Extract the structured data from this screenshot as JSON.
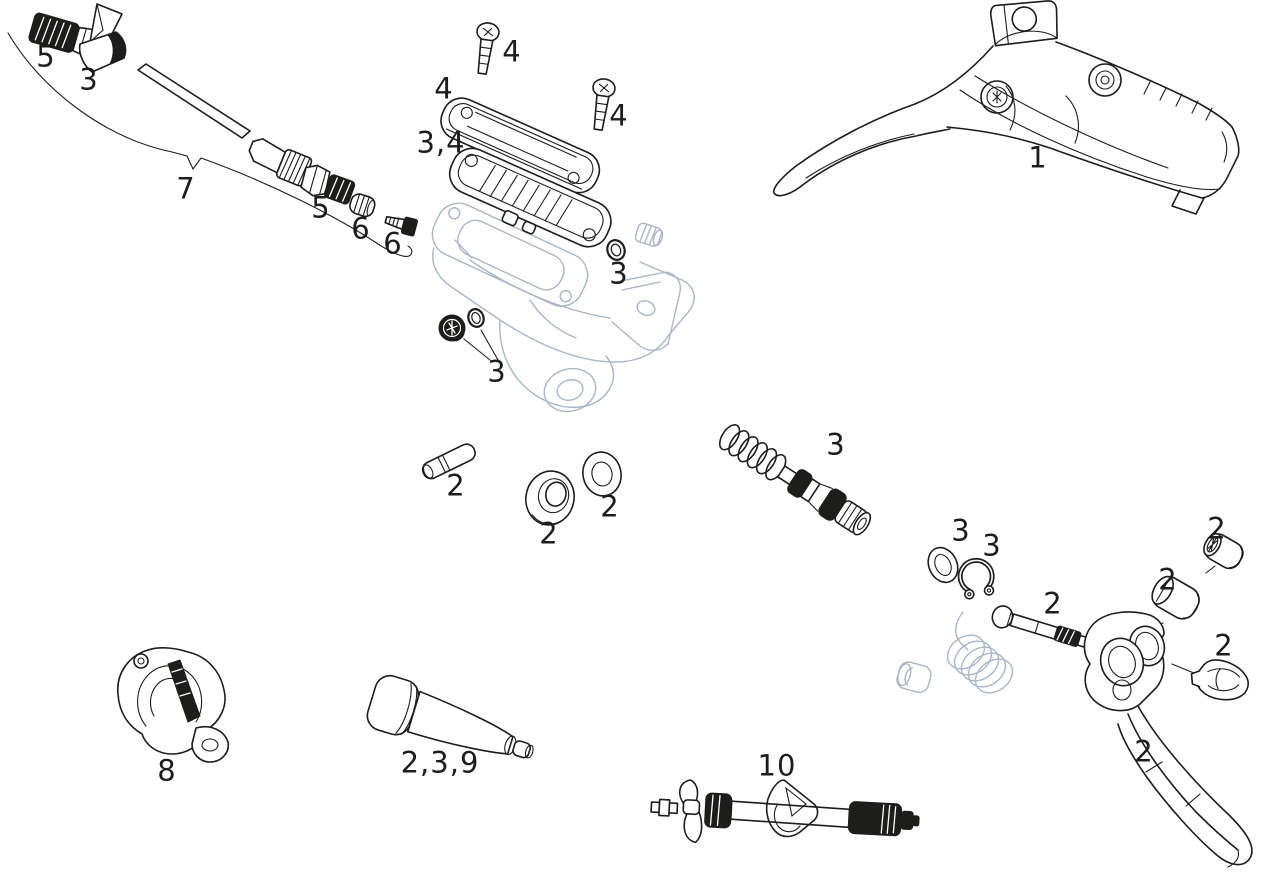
{
  "diagram": {
    "background_color": "#ffffff",
    "line_color": "#1d1d1b",
    "ghost_line_color": "#a9b6c5",
    "callouts": [
      {
        "text": "5",
        "name": "hose-nut"
      },
      {
        "text": "3",
        "name": "hose-barb"
      },
      {
        "text": "7",
        "name": "hose-assembly"
      },
      {
        "text": "4",
        "name": "cover-screw-left"
      },
      {
        "text": "4",
        "name": "reservoir-cover"
      },
      {
        "text": "4",
        "name": "cover-screw-right"
      },
      {
        "text": "3,4",
        "name": "reservoir-bladder"
      },
      {
        "text": "5",
        "name": "compression-nut"
      },
      {
        "text": "6",
        "name": "compression-olive"
      },
      {
        "text": "6",
        "name": "hose-insert"
      },
      {
        "text": "1",
        "name": "lever-assembly"
      },
      {
        "text": "3",
        "name": "o-ring-upper"
      },
      {
        "text": "3",
        "name": "bleed-screw-set"
      },
      {
        "text": "2",
        "name": "pivot-pin"
      },
      {
        "text": "2",
        "name": "flanged-bushing"
      },
      {
        "text": "2",
        "name": "washer"
      },
      {
        "text": "3",
        "name": "piston-spring-assembly"
      },
      {
        "text": "3",
        "name": "piston-washer"
      },
      {
        "text": "3",
        "name": "snap-ring"
      },
      {
        "text": "2",
        "name": "pivot-bolt"
      },
      {
        "text": "2",
        "name": "barrel-nut"
      },
      {
        "text": "2",
        "name": "bushing-sleeve"
      },
      {
        "text": "2",
        "name": "cam-insert"
      },
      {
        "text": "2",
        "name": "lever-blade"
      },
      {
        "text": "8",
        "name": "handlebar-clamp"
      },
      {
        "text": "2,3,9",
        "name": "piston-barrel"
      },
      {
        "text": "10",
        "name": "clamp-bolt-axle"
      }
    ]
  }
}
